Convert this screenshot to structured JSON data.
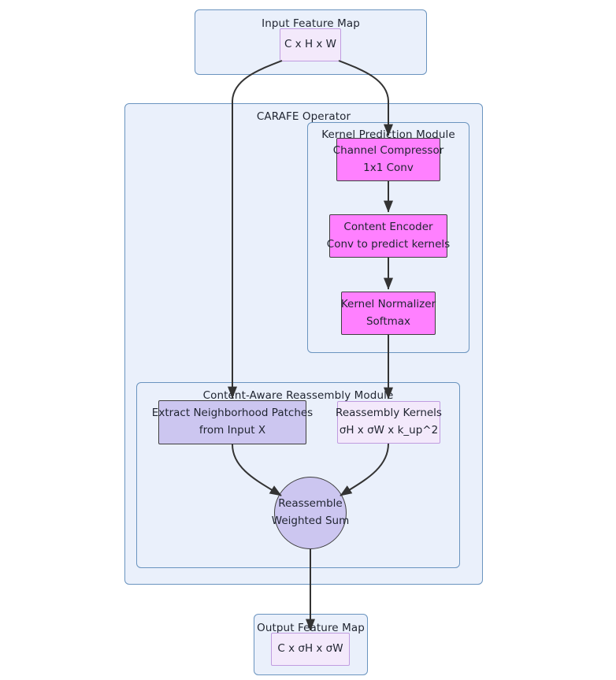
{
  "diagram": {
    "title": "CARAFE Operator flowchart",
    "type": "flowchart",
    "direction": "top-to-bottom",
    "colors": {
      "cluster_fill": "#eaf0fb",
      "cluster_border": "#6a94bf",
      "pink_fill": "#ff80ff",
      "lilac_fill": "#ccc6f0",
      "pale_fill": "#f3e9fb",
      "pale_border": "#c09ce0",
      "node_border": "#3f3f3f",
      "edge_stroke": "#333333",
      "text": "#1f2430",
      "background": "#ffffff"
    }
  },
  "clusters": {
    "input": {
      "label": "Input Feature Map"
    },
    "carafe": {
      "label": "CARAFE Operator"
    },
    "kernel_prediction": {
      "label": "Kernel Prediction Module"
    },
    "reassembly": {
      "label": "Content-Aware Reassembly Module"
    },
    "output": {
      "label": "Output Feature Map"
    }
  },
  "nodes": {
    "input_shape": {
      "line1": "C x H x W"
    },
    "channel_compressor": {
      "line1": "Channel Compressor",
      "line2": "1x1 Conv"
    },
    "content_encoder": {
      "line1": "Content Encoder",
      "line2": "Conv to predict kernels"
    },
    "kernel_normalizer": {
      "line1": "Kernel Normalizer",
      "line2": "Softmax"
    },
    "extract_patches": {
      "line1": "Extract Neighborhood Patches",
      "line2": "from Input X"
    },
    "reassembly_kernels": {
      "line1": "Reassembly Kernels",
      "line2": "σH x σW x k_up^2"
    },
    "reassemble": {
      "line1": "Reassemble",
      "line2": "Weighted Sum"
    },
    "output_shape": {
      "line1": "C x σH x σW"
    }
  },
  "edges": [
    {
      "from": "input_shape",
      "to": "extract_patches",
      "style": "curved-arrow"
    },
    {
      "from": "input_shape",
      "to": "channel_compressor",
      "style": "curved-arrow"
    },
    {
      "from": "channel_compressor",
      "to": "content_encoder",
      "style": "straight-arrow"
    },
    {
      "from": "content_encoder",
      "to": "kernel_normalizer",
      "style": "straight-arrow"
    },
    {
      "from": "kernel_normalizer",
      "to": "reassembly_kernels",
      "style": "straight-arrow"
    },
    {
      "from": "extract_patches",
      "to": "reassemble",
      "style": "curved-arrow"
    },
    {
      "from": "reassembly_kernels",
      "to": "reassemble",
      "style": "curved-arrow"
    },
    {
      "from": "reassemble",
      "to": "output_shape",
      "style": "straight-arrow"
    }
  ]
}
